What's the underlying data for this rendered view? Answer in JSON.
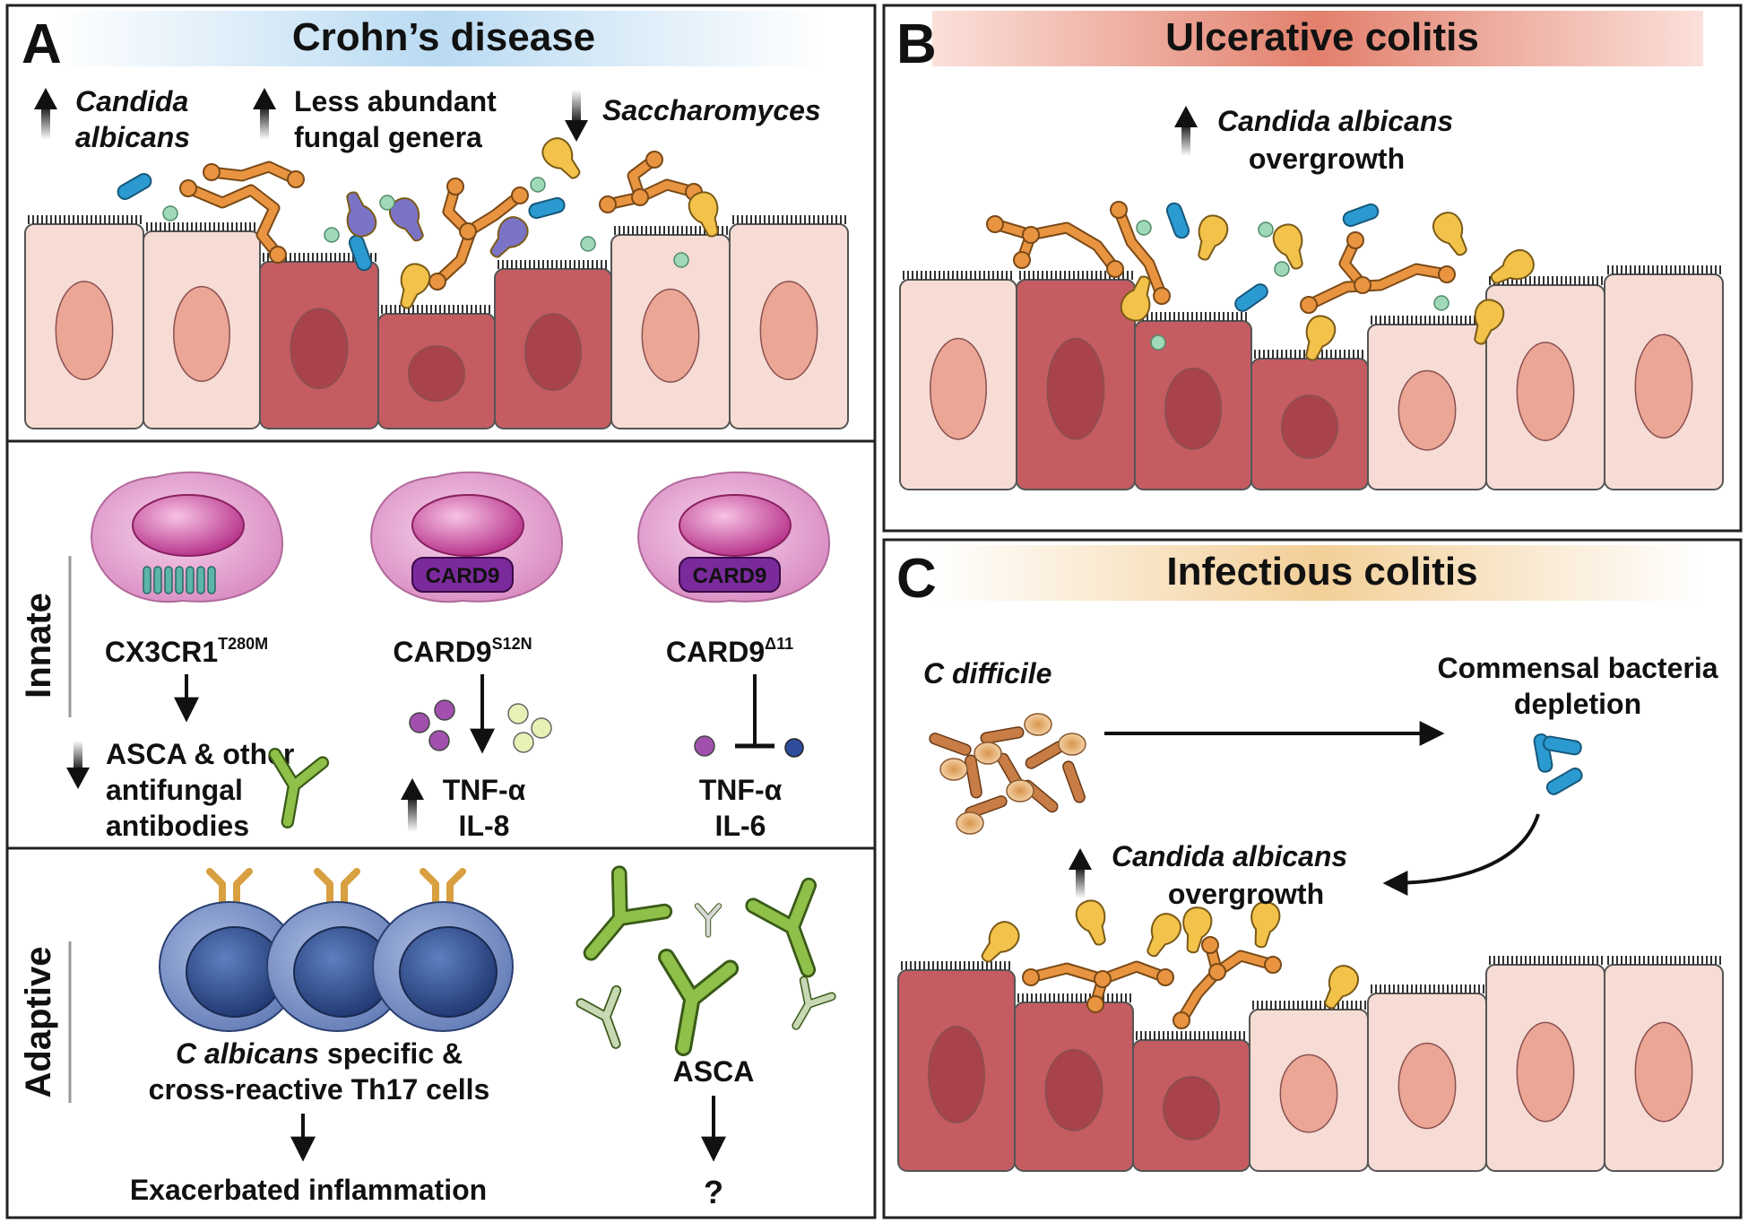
{
  "panel_a": {
    "letter": "A",
    "title": "Crohn’s disease",
    "up_candida_line1": "Candida",
    "up_candida_line2": "albicans",
    "up_genera_line1": "Less abundant",
    "up_genera_line2": "fungal genera",
    "down_saccharomyces": "Saccharomyces",
    "innate": {
      "section_label": "Innate",
      "cx3cr1_name": "CX3CR1",
      "cx3cr1_sup": "T280M",
      "card9_s12n_name": "CARD9",
      "card9_s12n_sup": "S12N",
      "card9_d11_name": "CARD9",
      "card9_d11_sup": "Δ11",
      "card9_badge": "CARD9",
      "asca_line1": "ASCA & other",
      "asca_line2": "antifungal",
      "asca_line3": "antibodies",
      "tnf_up": "TNF-α",
      "il8": "IL-8",
      "tnf_block": "TNF-α",
      "il6": "IL-6"
    },
    "adaptive": {
      "section_label": "Adaptive",
      "th17_species": "C albicans",
      "th17_line1_rest": " specific &",
      "th17_line2": "cross-reactive Th17 cells",
      "outcome": "Exacerbated inflammation",
      "asca_label": "ASCA",
      "question": "?"
    }
  },
  "panel_b": {
    "letter": "B",
    "title": "Ulcerative colitis",
    "up_line1": "Candida albicans",
    "up_line2": "overgrowth"
  },
  "panel_c": {
    "letter": "C",
    "title": "Infectious colitis",
    "cdiff": "C difficile",
    "depletion_line1": "Commensal bacteria",
    "depletion_line2": "depletion",
    "up_line1": "Candida albicans",
    "up_line2": "overgrowth"
  },
  "colors": {
    "crohn_banner": "#b9daf2",
    "uc_banner": "#e2806c",
    "ic_banner": "#f3cf98",
    "healthy_cell": "#f6dcd4",
    "inflamed_cell": "#c45c62",
    "hyphae": "#e99440",
    "yeast": "#f2c24a",
    "bacteria": "#2a9ad0",
    "saccharomyces": "#7b73c5",
    "macrophage": "#e6a3d2",
    "bcell": "#3f5f9a",
    "antibody": "#8fc04a"
  }
}
